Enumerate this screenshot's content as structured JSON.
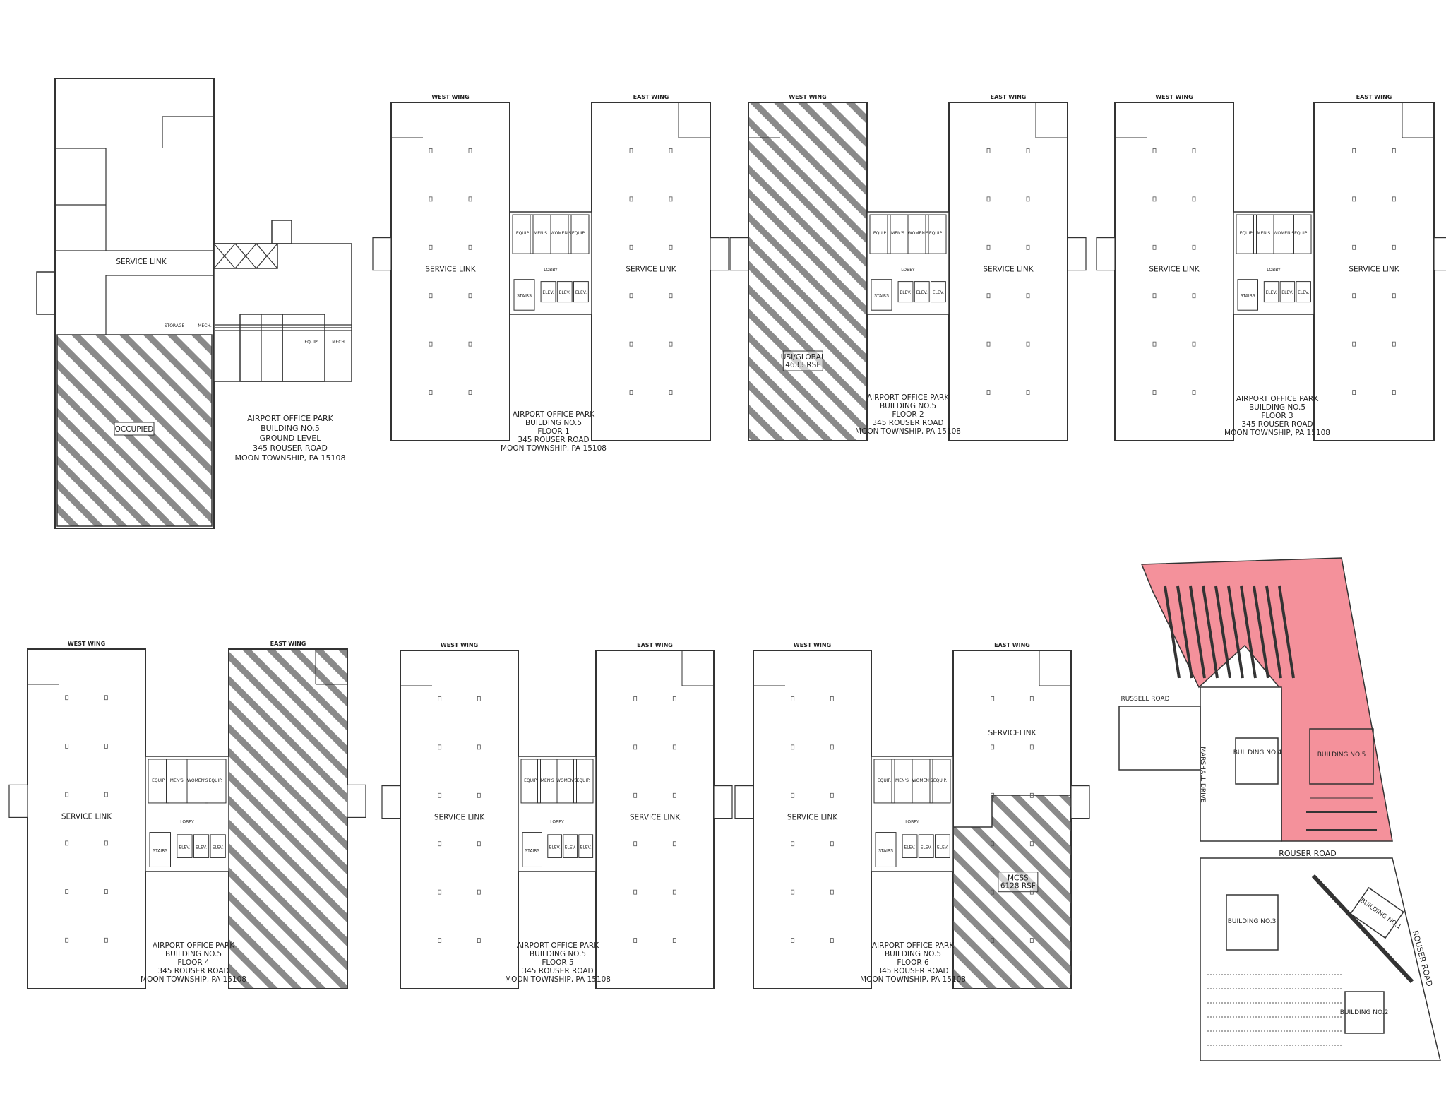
{
  "colors": {
    "hatch": "#8a8a8a",
    "line": "#333333",
    "site_highlight": "#f4919b"
  },
  "ground": {
    "labels": {
      "service_link": "SERVICE LINK",
      "storage": "STORAGE",
      "mech1": "MECH.",
      "equip": "EQUIP.",
      "mech2": "MECH.",
      "occupied": "OCCUPIED"
    },
    "title": [
      "AIRPORT OFFICE PARK",
      "BUILDING NO.5",
      "GROUND LEVEL",
      "345 ROUSER ROAD",
      "MOON TOWNSHIP, PA 15108"
    ]
  },
  "wings": {
    "west": "WEST WING",
    "east": "EAST WING"
  },
  "core_labels": {
    "equip": "EQUIP.",
    "mens": "MEN'S",
    "womens": "WOMEN'S",
    "elev": "ELEV.",
    "stairs": "STAIRS",
    "lobby": "LOBBY"
  },
  "floors": [
    {
      "service_link": "SERVICE LINK",
      "title": [
        "AIRPORT OFFICE PARK",
        "BUILDING NO.5",
        "FLOOR 1",
        "345 ROUSER ROAD",
        "MOON TOWNSHIP, PA 15108"
      ]
    },
    {
      "service_link": "SERVICE LINK",
      "tenant": [
        "USI/GLOBAL",
        "4633 RSF"
      ],
      "title": [
        "AIRPORT OFFICE PARK",
        "BUILDING NO.5",
        "FLOOR 2",
        "345 ROUSER ROAD",
        "MOON TOWNSHIP, PA 15108"
      ]
    },
    {
      "service_link": "SERVICE LINK",
      "title": [
        "AIRPORT OFFICE PARK",
        "BUILDING NO.5",
        "FLOOR 3",
        "345 ROUSER ROAD",
        "MOON TOWNSHIP, PA 15108"
      ]
    },
    {
      "service_link": "SERVICE LINK",
      "title": [
        "AIRPORT OFFICE PARK",
        "BUILDING NO.5",
        "FLOOR 4",
        "345 ROUSER ROAD",
        "MOON TOWNSHIP, PA 15108"
      ]
    },
    {
      "service_link": "SERVICE LINK",
      "title": [
        "AIRPORT OFFICE PARK",
        "BUILDING NO.5",
        "FLOOR 5",
        "345 ROUSER ROAD",
        "MOON TOWNSHIP, PA 15108"
      ]
    },
    {
      "service_link": "SERVICE LINK",
      "service_link_east": "SERVICELINK",
      "tenant": [
        "MCSS",
        "6128 RSF"
      ],
      "title": [
        "AIRPORT OFFICE PARK",
        "BUILDING NO.5",
        "FLOOR 6",
        "345 ROUSER ROAD",
        "MOON TOWNSHIP, PA 15108"
      ]
    }
  ],
  "site_map": {
    "roads": {
      "russell": "RUSSELL ROAD",
      "marshall": "MARSHALL DRIVE",
      "rouser": "ROUSER ROAD",
      "rouser_side": "ROUSER ROAD"
    },
    "buildings": [
      "BUILDING NO.1",
      "BUILDING NO.2",
      "BUILDING NO.3",
      "BUILDING NO.4",
      "BUILDING NO.5"
    ]
  }
}
